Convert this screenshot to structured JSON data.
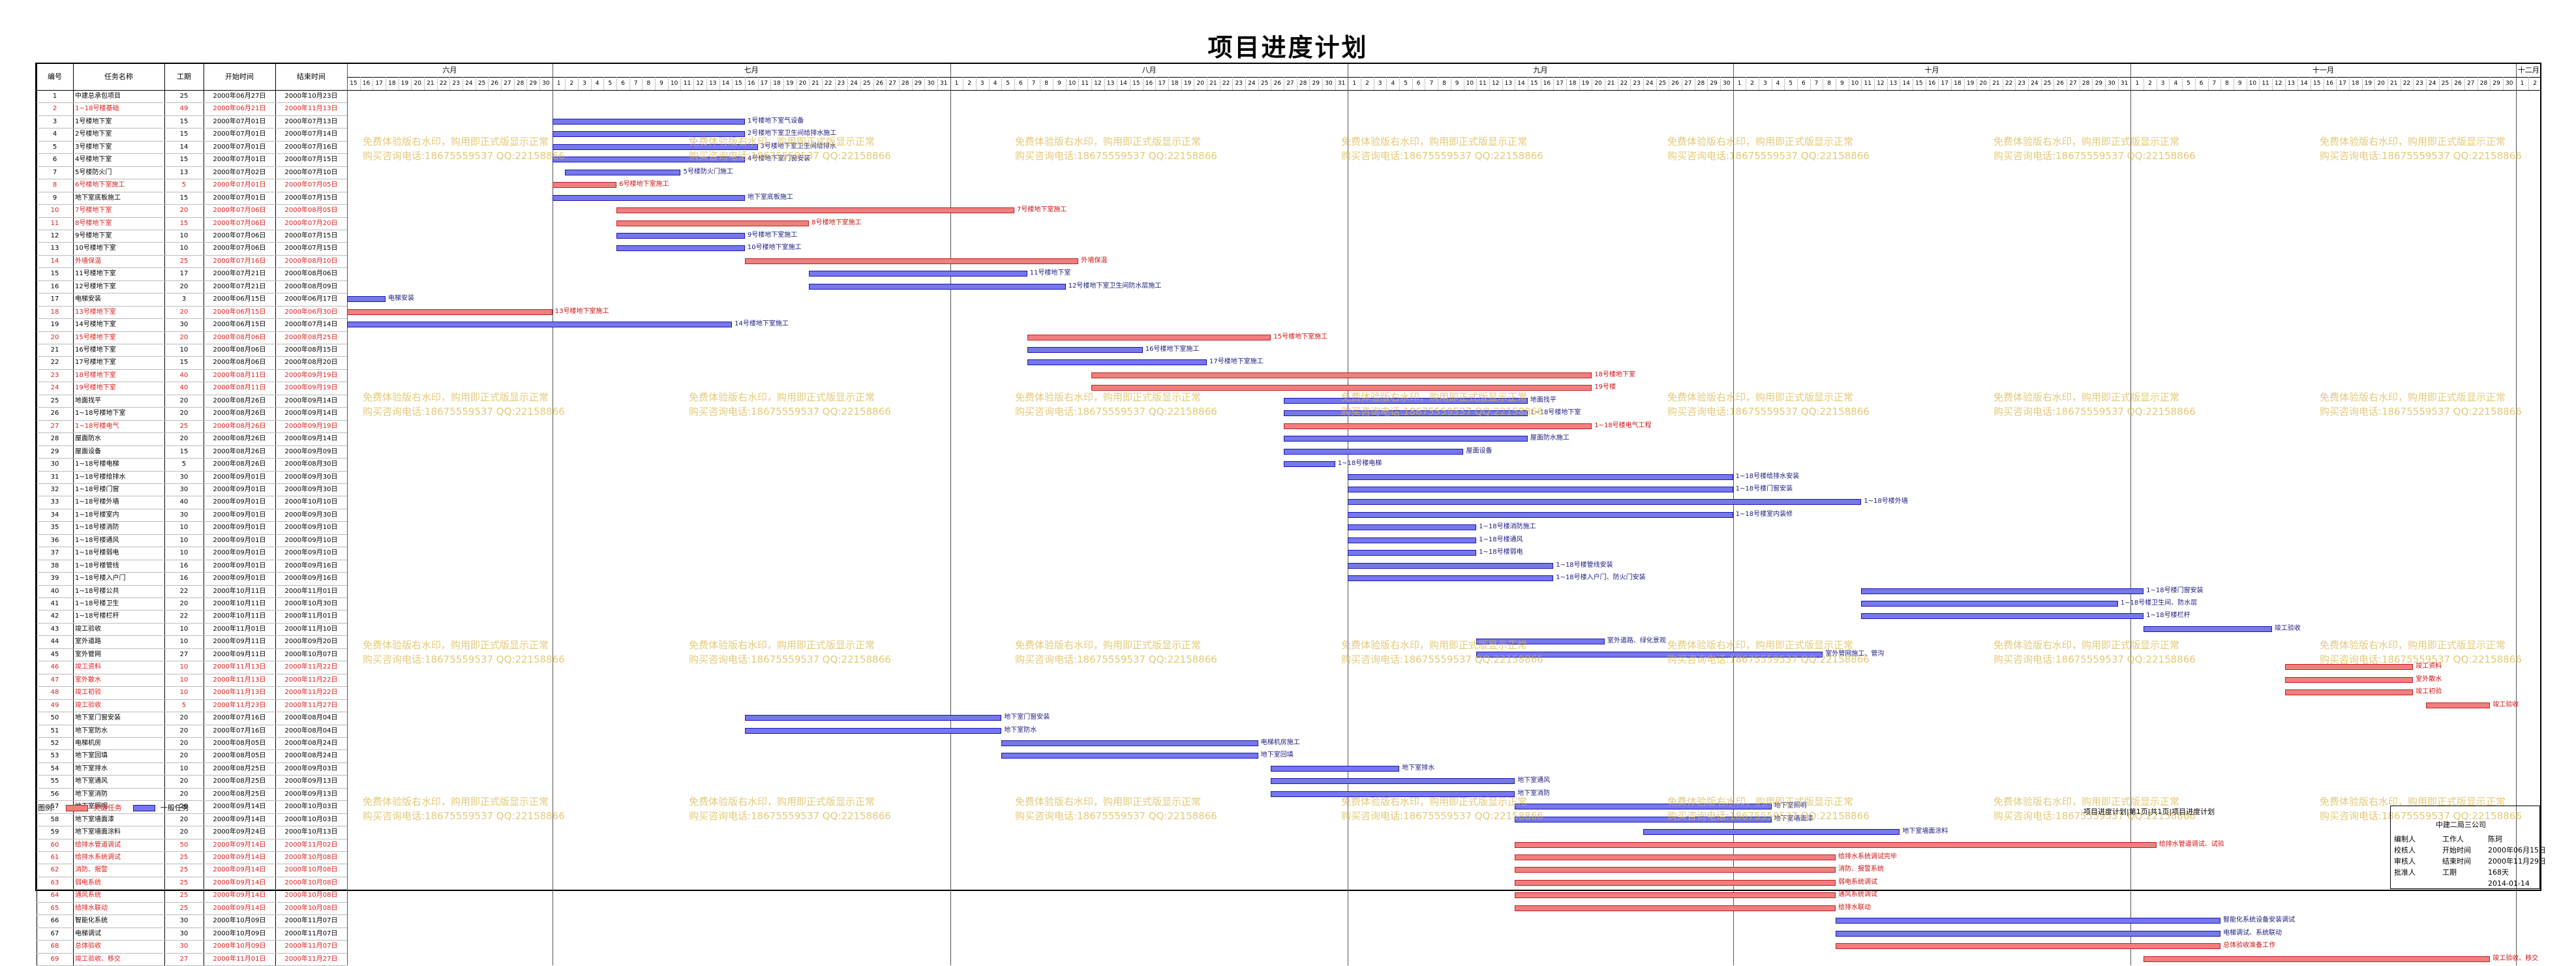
{
  "title": "项目进度计划",
  "header": {
    "id": "编号",
    "name": "任务名称",
    "dur": "工期",
    "start": "开始时间",
    "end": "结束时间"
  },
  "months": [
    {
      "label": "六月",
      "days": 16,
      "from": 15
    },
    {
      "label": "七月",
      "days": 31,
      "from": 1
    },
    {
      "label": "八月",
      "days": 31,
      "from": 1
    },
    {
      "label": "九月",
      "days": 30,
      "from": 1
    },
    {
      "label": "十月",
      "days": 31,
      "from": 1
    },
    {
      "label": "十一月",
      "days": 30,
      "from": 1
    },
    {
      "label": "十二月",
      "days": 2,
      "from": 1
    }
  ],
  "tasks": [
    {
      "id": "1",
      "name": "中建总承包项目",
      "dur": "25",
      "start": "2000年06月27日",
      "end": "2000年10月23日",
      "crit": false,
      "s": 0,
      "e": 0,
      "label": ""
    },
    {
      "id": "2",
      "name": "1~18号楼基础",
      "dur": "49",
      "start": "2000年06月21日",
      "end": "2000年11月13日",
      "crit": true,
      "s": 0,
      "e": 0,
      "label": ""
    },
    {
      "id": "3",
      "name": "1号楼地下室",
      "dur": "15",
      "start": "2000年07月01日",
      "end": "2000年07月13日",
      "crit": false,
      "s": 16,
      "e": 31,
      "label": "1号楼地下室气设备"
    },
    {
      "id": "4",
      "name": "2号楼地下室",
      "dur": "15",
      "start": "2000年07月01日",
      "end": "2000年07月14日",
      "crit": false,
      "s": 16,
      "e": 31,
      "label": "2号楼地下室卫生间给排水施工"
    },
    {
      "id": "5",
      "name": "3号楼地下室",
      "dur": "14",
      "start": "2000年07月01日",
      "end": "2000年07月16日",
      "crit": false,
      "s": 16,
      "e": 32,
      "label": "3号楼地下室卫生间给排水"
    },
    {
      "id": "6",
      "name": "4号楼地下室",
      "dur": "15",
      "start": "2000年07月01日",
      "end": "2000年07月15日",
      "crit": false,
      "s": 16,
      "e": 31,
      "label": "4号楼地下室门窗安装"
    },
    {
      "id": "7",
      "name": "5号楼防火门",
      "dur": "13",
      "start": "2000年07月02日",
      "end": "2000年07月10日",
      "crit": false,
      "s": 17,
      "e": 26,
      "label": "5号楼防火门施工"
    },
    {
      "id": "8",
      "name": "6号楼地下室施工",
      "dur": "5",
      "start": "2000年07月01日",
      "end": "2000年07月05日",
      "crit": true,
      "s": 16,
      "e": 21,
      "label": "6号楼地下室施工"
    },
    {
      "id": "9",
      "name": "地下室底板施工",
      "dur": "15",
      "start": "2000年07月01日",
      "end": "2000年07月15日",
      "crit": false,
      "s": 16,
      "e": 31,
      "label": "地下室底板施工"
    },
    {
      "id": "10",
      "name": "7号楼地下室",
      "dur": "20",
      "start": "2000年07月06日",
      "end": "2000年08月05日",
      "crit": true,
      "s": 21,
      "e": 52,
      "label": "7号楼地下室施工"
    },
    {
      "id": "11",
      "name": "8号楼地下室",
      "dur": "15",
      "start": "2000年07月06日",
      "end": "2000年07月20日",
      "crit": true,
      "s": 21,
      "e": 36,
      "label": "8号楼地下室施工"
    },
    {
      "id": "12",
      "name": "9号楼地下室",
      "dur": "10",
      "start": "2000年07月06日",
      "end": "2000年07月15日",
      "crit": false,
      "s": 21,
      "e": 31,
      "label": "9号楼地下室施工"
    },
    {
      "id": "13",
      "name": "10号楼地下室",
      "dur": "10",
      "start": "2000年07月06日",
      "end": "2000年07月15日",
      "crit": false,
      "s": 21,
      "e": 31,
      "label": "10号楼地下室施工"
    },
    {
      "id": "14",
      "name": "外墙保温",
      "dur": "25",
      "start": "2000年07月16日",
      "end": "2000年08月10日",
      "crit": true,
      "s": 31,
      "e": 57,
      "label": "外墙保温"
    },
    {
      "id": "15",
      "name": "11号楼地下室",
      "dur": "17",
      "start": "2000年07月21日",
      "end": "2000年08月06日",
      "crit": false,
      "s": 36,
      "e": 53,
      "label": "11号楼地下室"
    },
    {
      "id": "16",
      "name": "12号楼地下室",
      "dur": "20",
      "start": "2000年07月21日",
      "end": "2000年08月09日",
      "crit": false,
      "s": 36,
      "e": 56,
      "label": "12号楼地下室卫生间防水层施工"
    },
    {
      "id": "17",
      "name": "电梯安装",
      "dur": "3",
      "start": "2000年06月15日",
      "end": "2000年06月17日",
      "crit": false,
      "s": 0,
      "e": 3,
      "label": "电梯安装"
    },
    {
      "id": "18",
      "name": "13号楼地下室",
      "dur": "20",
      "start": "2000年06月15日",
      "end": "2000年06月30日",
      "crit": true,
      "s": 0,
      "e": 16,
      "label": "13号楼地下室施工"
    },
    {
      "id": "19",
      "name": "14号楼地下室",
      "dur": "30",
      "start": "2000年06月15日",
      "end": "2000年07月14日",
      "crit": false,
      "s": 0,
      "e": 30,
      "label": "14号楼地下室施工"
    },
    {
      "id": "20",
      "name": "15号楼地下室",
      "dur": "20",
      "start": "2000年08月06日",
      "end": "2000年08月25日",
      "crit": true,
      "s": 53,
      "e": 72,
      "label": "15号楼地下室施工"
    },
    {
      "id": "21",
      "name": "16号楼地下室",
      "dur": "10",
      "start": "2000年08月06日",
      "end": "2000年08月15日",
      "crit": false,
      "s": 53,
      "e": 62,
      "label": "16号楼地下室施工"
    },
    {
      "id": "22",
      "name": "17号楼地下室",
      "dur": "15",
      "start": "2000年08月06日",
      "end": "2000年08月20日",
      "crit": false,
      "s": 53,
      "e": 67,
      "label": "17号楼地下室施工"
    },
    {
      "id": "23",
      "name": "18号楼地下室",
      "dur": "40",
      "start": "2000年08月11日",
      "end": "2000年09月19日",
      "crit": true,
      "s": 58,
      "e": 97,
      "label": "18号楼地下室"
    },
    {
      "id": "24",
      "name": "19号楼地下室",
      "dur": "40",
      "start": "2000年08月11日",
      "end": "2000年09月19日",
      "crit": true,
      "s": 58,
      "e": 97,
      "label": "19号楼"
    },
    {
      "id": "25",
      "name": "地面找平",
      "dur": "20",
      "start": "2000年08月26日",
      "end": "2000年09月14日",
      "crit": false,
      "s": 73,
      "e": 92,
      "label": "地面找平"
    },
    {
      "id": "26",
      "name": "1~18号楼地下室",
      "dur": "20",
      "start": "2000年08月26日",
      "end": "2000年09月14日",
      "crit": false,
      "s": 73,
      "e": 92,
      "label": "1~18号楼地下室"
    },
    {
      "id": "27",
      "name": "1~18号楼电气",
      "dur": "25",
      "start": "2000年08月26日",
      "end": "2000年09月19日",
      "crit": true,
      "s": 73,
      "e": 97,
      "label": "1~18号楼电气工程"
    },
    {
      "id": "28",
      "name": "屋面防水",
      "dur": "20",
      "start": "2000年08月26日",
      "end": "2000年09月14日",
      "crit": false,
      "s": 73,
      "e": 92,
      "label": "屋面防水施工"
    },
    {
      "id": "29",
      "name": "屋面设备",
      "dur": "15",
      "start": "2000年08月26日",
      "end": "2000年09月09日",
      "crit": false,
      "s": 73,
      "e": 87,
      "label": "屋面设备"
    },
    {
      "id": "30",
      "name": "1~18号楼电梯",
      "dur": "5",
      "start": "2000年08月26日",
      "end": "2000年08月30日",
      "crit": false,
      "s": 73,
      "e": 77,
      "label": "1~18号楼电梯"
    },
    {
      "id": "31",
      "name": "1~18号楼给排水",
      "dur": "30",
      "start": "2000年09月01日",
      "end": "2000年09月30日",
      "crit": false,
      "s": 78,
      "e": 108,
      "label": "1~18号楼给排水安装"
    },
    {
      "id": "32",
      "name": "1~18号楼门窗",
      "dur": "30",
      "start": "2000年09月01日",
      "end": "2000年09月30日",
      "crit": false,
      "s": 78,
      "e": 108,
      "label": "1~18号楼门窗安装"
    },
    {
      "id": "33",
      "name": "1~18号楼外墙",
      "dur": "40",
      "start": "2000年09月01日",
      "end": "2000年10月10日",
      "crit": false,
      "s": 78,
      "e": 118,
      "label": "1~18号楼外墙"
    },
    {
      "id": "34",
      "name": "1~18号楼室内",
      "dur": "30",
      "start": "2000年09月01日",
      "end": "2000年09月30日",
      "crit": false,
      "s": 78,
      "e": 108,
      "label": "1~18号楼室内装修"
    },
    {
      "id": "35",
      "name": "1~18号楼消防",
      "dur": "10",
      "start": "2000年09月01日",
      "end": "2000年09月10日",
      "crit": false,
      "s": 78,
      "e": 88,
      "label": "1~18号楼消防施工"
    },
    {
      "id": "36",
      "name": "1~18号楼通风",
      "dur": "10",
      "start": "2000年09月01日",
      "end": "2000年09月10日",
      "crit": false,
      "s": 78,
      "e": 88,
      "label": "1~18号楼通风"
    },
    {
      "id": "37",
      "name": "1~18号楼弱电",
      "dur": "10",
      "start": "2000年09月01日",
      "end": "2000年09月10日",
      "crit": false,
      "s": 78,
      "e": 88,
      "label": "1~18号楼弱电"
    },
    {
      "id": "38",
      "name": "1~18号楼管线",
      "dur": "16",
      "start": "2000年09月01日",
      "end": "2000年09月16日",
      "crit": false,
      "s": 78,
      "e": 94,
      "label": "1~18号楼管线安装"
    },
    {
      "id": "39",
      "name": "1~18号楼入户门",
      "dur": "16",
      "start": "2000年09月01日",
      "end": "2000年09月16日",
      "crit": false,
      "s": 78,
      "e": 94,
      "label": "1~18号楼入户门、防火门安装"
    },
    {
      "id": "40",
      "name": "1~18号楼公共",
      "dur": "22",
      "start": "2000年10月11日",
      "end": "2000年11月01日",
      "crit": false,
      "s": 118,
      "e": 140,
      "label": "1~18号楼门窗安装"
    },
    {
      "id": "41",
      "name": "1~18号楼卫生",
      "dur": "20",
      "start": "2000年10月11日",
      "end": "2000年10月30日",
      "crit": false,
      "s": 118,
      "e": 138,
      "label": "1~18号楼卫生间、防水层"
    },
    {
      "id": "42",
      "name": "1~18号楼栏杆",
      "dur": "22",
      "start": "2000年10月11日",
      "end": "2000年11月01日",
      "crit": false,
      "s": 118,
      "e": 140,
      "label": "1~18号楼栏杆"
    },
    {
      "id": "43",
      "name": "竣工验收",
      "dur": "10",
      "start": "2000年11月01日",
      "end": "2000年11月10日",
      "crit": false,
      "s": 140,
      "e": 150,
      "label": "竣工验收"
    },
    {
      "id": "44",
      "name": "室外道路",
      "dur": "10",
      "start": "2000年09月11日",
      "end": "2000年09月20日",
      "crit": false,
      "s": 88,
      "e": 98,
      "label": "室外道路、绿化景观"
    },
    {
      "id": "45",
      "name": "室外管网",
      "dur": "27",
      "start": "2000年09月11日",
      "end": "2000年10月07日",
      "crit": false,
      "s": 88,
      "e": 115,
      "label": "室外管网施工、管沟"
    },
    {
      "id": "46",
      "name": "竣工资料",
      "dur": "10",
      "start": "2000年11月13日",
      "end": "2000年11月22日",
      "crit": true,
      "s": 151,
      "e": 161,
      "label": "竣工资料"
    },
    {
      "id": "47",
      "name": "室外散水",
      "dur": "10",
      "start": "2000年11月13日",
      "end": "2000年11月22日",
      "crit": true,
      "s": 151,
      "e": 161,
      "label": "室外散水"
    },
    {
      "id": "48",
      "name": "竣工初验",
      "dur": "10",
      "start": "2000年11月13日",
      "end": "2000年11月22日",
      "crit": true,
      "s": 151,
      "e": 161,
      "label": "竣工初验"
    },
    {
      "id": "49",
      "name": "竣工验收",
      "dur": "5",
      "start": "2000年11月23日",
      "end": "2000年11月27日",
      "crit": true,
      "s": 162,
      "e": 167,
      "label": "竣工验收"
    },
    {
      "id": "50",
      "name": "地下室门窗安装",
      "dur": "20",
      "start": "2000年07月16日",
      "end": "2000年08月04日",
      "crit": false,
      "s": 31,
      "e": 51,
      "label": "地下室门窗安装"
    },
    {
      "id": "51",
      "name": "地下室防水",
      "dur": "20",
      "start": "2000年07月16日",
      "end": "2000年08月04日",
      "crit": false,
      "s": 31,
      "e": 51,
      "label": "地下室防水"
    },
    {
      "id": "52",
      "name": "电梯机房",
      "dur": "20",
      "start": "2000年08月05日",
      "end": "2000年08月24日",
      "crit": false,
      "s": 51,
      "e": 71,
      "label": "电梯机房施工"
    },
    {
      "id": "53",
      "name": "地下室回填",
      "dur": "20",
      "start": "2000年08月05日",
      "end": "2000年08月24日",
      "crit": false,
      "s": 51,
      "e": 71,
      "label": "地下室回填"
    },
    {
      "id": "54",
      "name": "地下室排水",
      "dur": "10",
      "start": "2000年08月25日",
      "end": "2000年09月03日",
      "crit": false,
      "s": 72,
      "e": 82,
      "label": "地下室排水"
    },
    {
      "id": "55",
      "name": "地下室通风",
      "dur": "20",
      "start": "2000年08月25日",
      "end": "2000年09月13日",
      "crit": false,
      "s": 72,
      "e": 91,
      "label": "地下室通风"
    },
    {
      "id": "56",
      "name": "地下室消防",
      "dur": "20",
      "start": "2000年08月25日",
      "end": "2000年09月13日",
      "crit": false,
      "s": 72,
      "e": 91,
      "label": "地下室消防"
    },
    {
      "id": "57",
      "name": "地下室照明",
      "dur": "20",
      "start": "2000年09月14日",
      "end": "2000年10月03日",
      "crit": false,
      "s": 91,
      "e": 111,
      "label": "地下室照明"
    },
    {
      "id": "58",
      "name": "地下室墙面漆",
      "dur": "20",
      "start": "2000年09月14日",
      "end": "2000年10月03日",
      "crit": false,
      "s": 91,
      "e": 111,
      "label": "地下室墙面漆"
    },
    {
      "id": "59",
      "name": "地下室墙面涂料",
      "dur": "20",
      "start": "2000年09月24日",
      "end": "2000年10月13日",
      "crit": false,
      "s": 101,
      "e": 121,
      "label": "地下室墙面涂料"
    },
    {
      "id": "60",
      "name": "给排水管道调试",
      "dur": "50",
      "start": "2000年09月14日",
      "end": "2000年11月02日",
      "crit": true,
      "s": 91,
      "e": 141,
      "label": "给排水管道调试、试验"
    },
    {
      "id": "61",
      "name": "给排水系统调试",
      "dur": "25",
      "start": "2000年09月14日",
      "end": "2000年10月08日",
      "crit": true,
      "s": 91,
      "e": 116,
      "label": "给排水系统调试完毕"
    },
    {
      "id": "62",
      "name": "消防、报警",
      "dur": "25",
      "start": "2000年09月14日",
      "end": "2000年10月08日",
      "crit": true,
      "s": 91,
      "e": 116,
      "label": "消防、报警系统"
    },
    {
      "id": "63",
      "name": "弱电系统",
      "dur": "25",
      "start": "2000年09月14日",
      "end": "2000年10月08日",
      "crit": true,
      "s": 91,
      "e": 116,
      "label": "弱电系统调试"
    },
    {
      "id": "64",
      "name": "通风系统",
      "dur": "25",
      "start": "2000年09月14日",
      "end": "2000年10月08日",
      "crit": true,
      "s": 91,
      "e": 116,
      "label": "通风系统调试"
    },
    {
      "id": "65",
      "name": "给排水联动",
      "dur": "25",
      "start": "2000年09月14日",
      "end": "2000年10月08日",
      "crit": true,
      "s": 91,
      "e": 116,
      "label": "给排水联动"
    },
    {
      "id": "66",
      "name": "智能化系统",
      "dur": "30",
      "start": "2000年10月09日",
      "end": "2000年11月07日",
      "crit": false,
      "s": 116,
      "e": 146,
      "label": "智能化系统设备安装调试"
    },
    {
      "id": "67",
      "name": "电梯调试",
      "dur": "30",
      "start": "2000年10月09日",
      "end": "2000年11月07日",
      "crit": false,
      "s": 116,
      "e": 146,
      "label": "电梯调试、系统联动"
    },
    {
      "id": "68",
      "name": "总体验收",
      "dur": "30",
      "start": "2000年10月09日",
      "end": "2000年11月07日",
      "crit": true,
      "s": 116,
      "e": 146,
      "label": "总体验收准备工作"
    },
    {
      "id": "69",
      "name": "竣工验收、移交",
      "dur": "27",
      "start": "2000年11月01日",
      "end": "2000年11月27日",
      "crit": true,
      "s": 140,
      "e": 167,
      "label": "竣工验收、移交"
    }
  ],
  "watermark": {
    "line1": "免费体验版右水印，购用即正式版显示正常",
    "line2": "购买咨询电话:18675559537 QQ:22158866"
  },
  "legend": {
    "label": "图例:",
    "crit": "关键任务",
    "norm": "一般任务"
  },
  "titleblock": {
    "header": "项目进度计划|第1页|共1页|项目进度计划",
    "company": "中建二局三公司",
    "rows": [
      [
        "编制人",
        "工作人",
        "陈珂"
      ],
      [
        "校核人",
        "开始时间",
        "2000年06月15日"
      ],
      [
        "审核人",
        "结束时间",
        "2000年11月29日"
      ],
      [
        "批准人",
        "工期",
        "168天"
      ]
    ],
    "date": "2014-01-14"
  }
}
